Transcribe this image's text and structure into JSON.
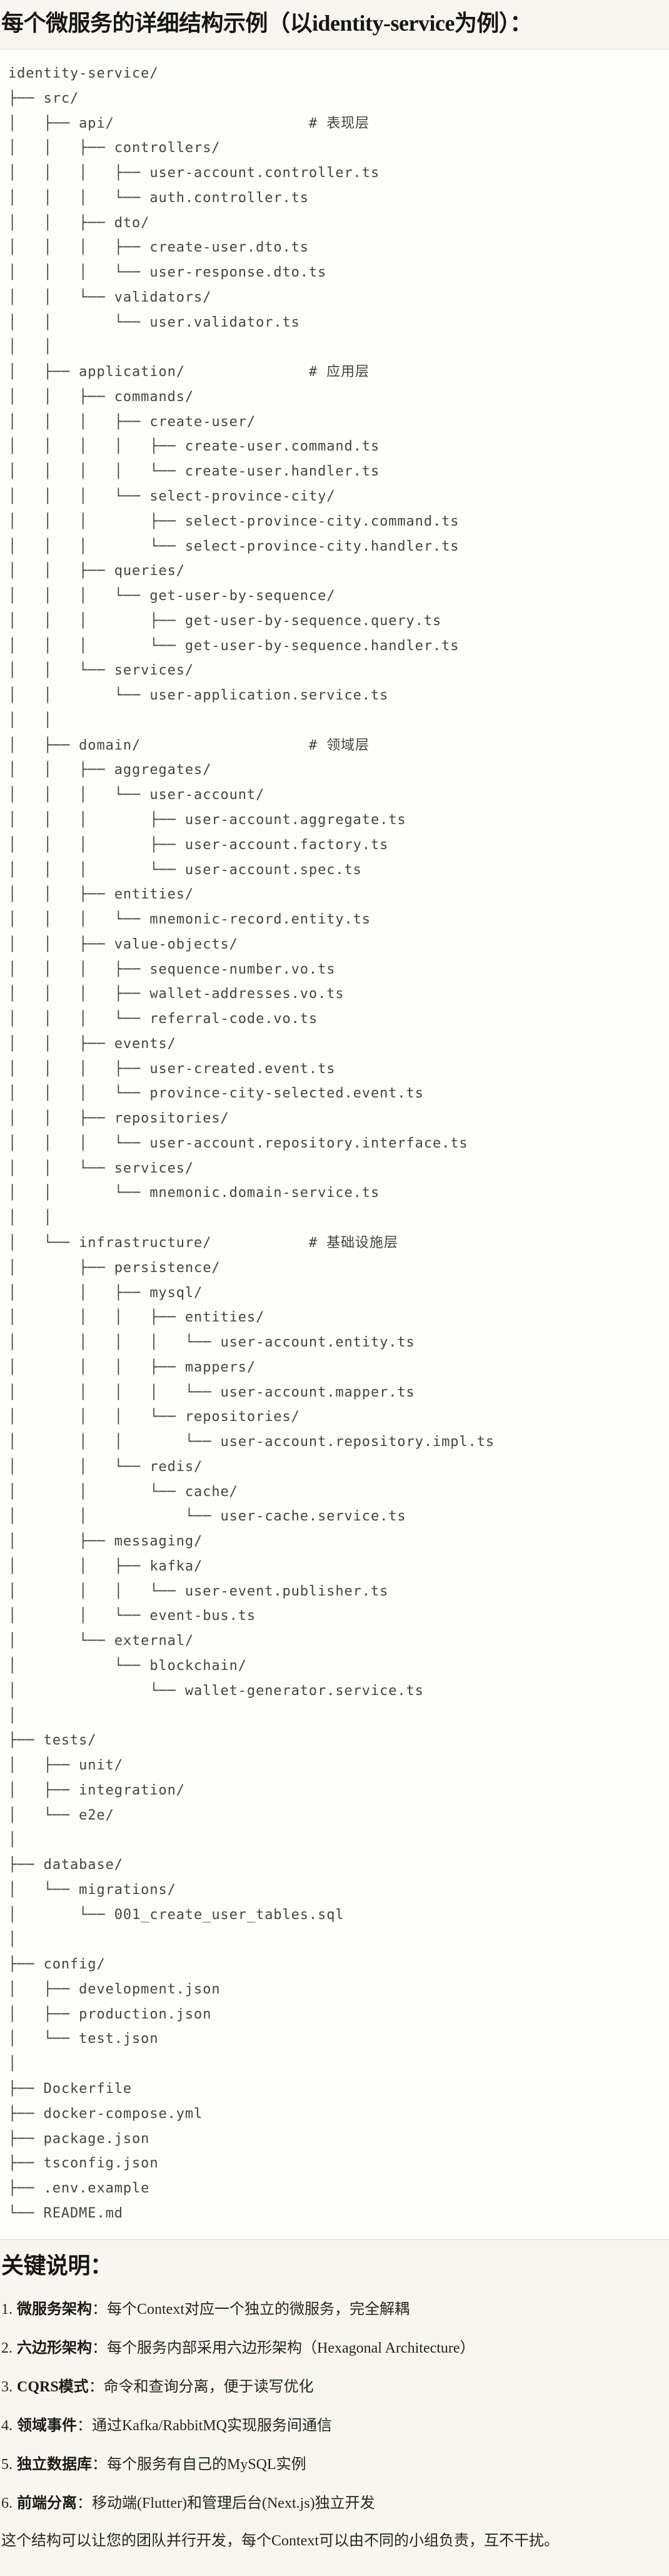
{
  "header": {
    "title": "每个微服务的详细结构示例（以identity-service为例）："
  },
  "tree": {
    "lines": [
      "identity-service/",
      "├── src/",
      "│   ├── api/                      # 表现层",
      "│   │   ├── controllers/",
      "│   │   │   ├── user-account.controller.ts",
      "│   │   │   └── auth.controller.ts",
      "│   │   ├── dto/",
      "│   │   │   ├── create-user.dto.ts",
      "│   │   │   └── user-response.dto.ts",
      "│   │   └── validators/",
      "│   │       └── user.validator.ts",
      "│   │",
      "│   ├── application/              # 应用层",
      "│   │   ├── commands/",
      "│   │   │   ├── create-user/",
      "│   │   │   │   ├── create-user.command.ts",
      "│   │   │   │   └── create-user.handler.ts",
      "│   │   │   └── select-province-city/",
      "│   │   │       ├── select-province-city.command.ts",
      "│   │   │       └── select-province-city.handler.ts",
      "│   │   ├── queries/",
      "│   │   │   └── get-user-by-sequence/",
      "│   │   │       ├── get-user-by-sequence.query.ts",
      "│   │   │       └── get-user-by-sequence.handler.ts",
      "│   │   └── services/",
      "│   │       └── user-application.service.ts",
      "│   │",
      "│   ├── domain/                   # 领域层",
      "│   │   ├── aggregates/",
      "│   │   │   └── user-account/",
      "│   │   │       ├── user-account.aggregate.ts",
      "│   │   │       ├── user-account.factory.ts",
      "│   │   │       └── user-account.spec.ts",
      "│   │   ├── entities/",
      "│   │   │   └── mnemonic-record.entity.ts",
      "│   │   ├── value-objects/",
      "│   │   │   ├── sequence-number.vo.ts",
      "│   │   │   ├── wallet-addresses.vo.ts",
      "│   │   │   └── referral-code.vo.ts",
      "│   │   ├── events/",
      "│   │   │   ├── user-created.event.ts",
      "│   │   │   └── province-city-selected.event.ts",
      "│   │   ├── repositories/",
      "│   │   │   └── user-account.repository.interface.ts",
      "│   │   └── services/",
      "│   │       └── mnemonic.domain-service.ts",
      "│   │",
      "│   └── infrastructure/           # 基础设施层",
      "│       ├── persistence/",
      "│       │   ├── mysql/",
      "│       │   │   ├── entities/",
      "│       │   │   │   └── user-account.entity.ts",
      "│       │   │   ├── mappers/",
      "│       │   │   │   └── user-account.mapper.ts",
      "│       │   │   └── repositories/",
      "│       │   │       └── user-account.repository.impl.ts",
      "│       │   └── redis/",
      "│       │       └── cache/",
      "│       │           └── user-cache.service.ts",
      "│       ├── messaging/",
      "│       │   ├── kafka/",
      "│       │   │   └── user-event.publisher.ts",
      "│       │   └── event-bus.ts",
      "│       └── external/",
      "│           └── blockchain/",
      "│               └── wallet-generator.service.ts",
      "│",
      "├── tests/",
      "│   ├── unit/",
      "│   ├── integration/",
      "│   └── e2e/",
      "│",
      "├── database/",
      "│   └── migrations/",
      "│       └── 001_create_user_tables.sql",
      "│",
      "├── config/",
      "│   ├── development.json",
      "│   ├── production.json",
      "│   └── test.json",
      "│",
      "├── Dockerfile",
      "├── docker-compose.yml",
      "├── package.json",
      "├── tsconfig.json",
      "├── .env.example",
      "└── README.md"
    ]
  },
  "notes": {
    "heading": "关键说明：",
    "items": [
      {
        "num": "1.",
        "label": "微服务架构",
        "text": "：每个Context对应一个独立的微服务，完全解耦"
      },
      {
        "num": "2.",
        "label": "六边形架构",
        "text": "：每个服务内部采用六边形架构（Hexagonal Architecture）"
      },
      {
        "num": "3.",
        "label": "CQRS模式",
        "text": "：命令和查询分离，便于读写优化"
      },
      {
        "num": "4.",
        "label": "领域事件",
        "text": "：通过Kafka/RabbitMQ实现服务间通信"
      },
      {
        "num": "5.",
        "label": "独立数据库",
        "text": "：每个服务有自己的MySQL实例"
      },
      {
        "num": "6.",
        "label": "前端分离",
        "text": "：移动端(Flutter)和管理后台(Next.js)独立开发"
      }
    ],
    "footer": "这个结构可以让您的团队并行开发，每个Context可以由不同的小组负责，互不干扰。"
  },
  "colors": {
    "page_background": "#f8f6f0",
    "code_background": "#fdfdfa",
    "code_border": "#d9d5cd",
    "tree_text": "#45443f",
    "heading_text": "#171613",
    "body_text": "#26251f"
  }
}
